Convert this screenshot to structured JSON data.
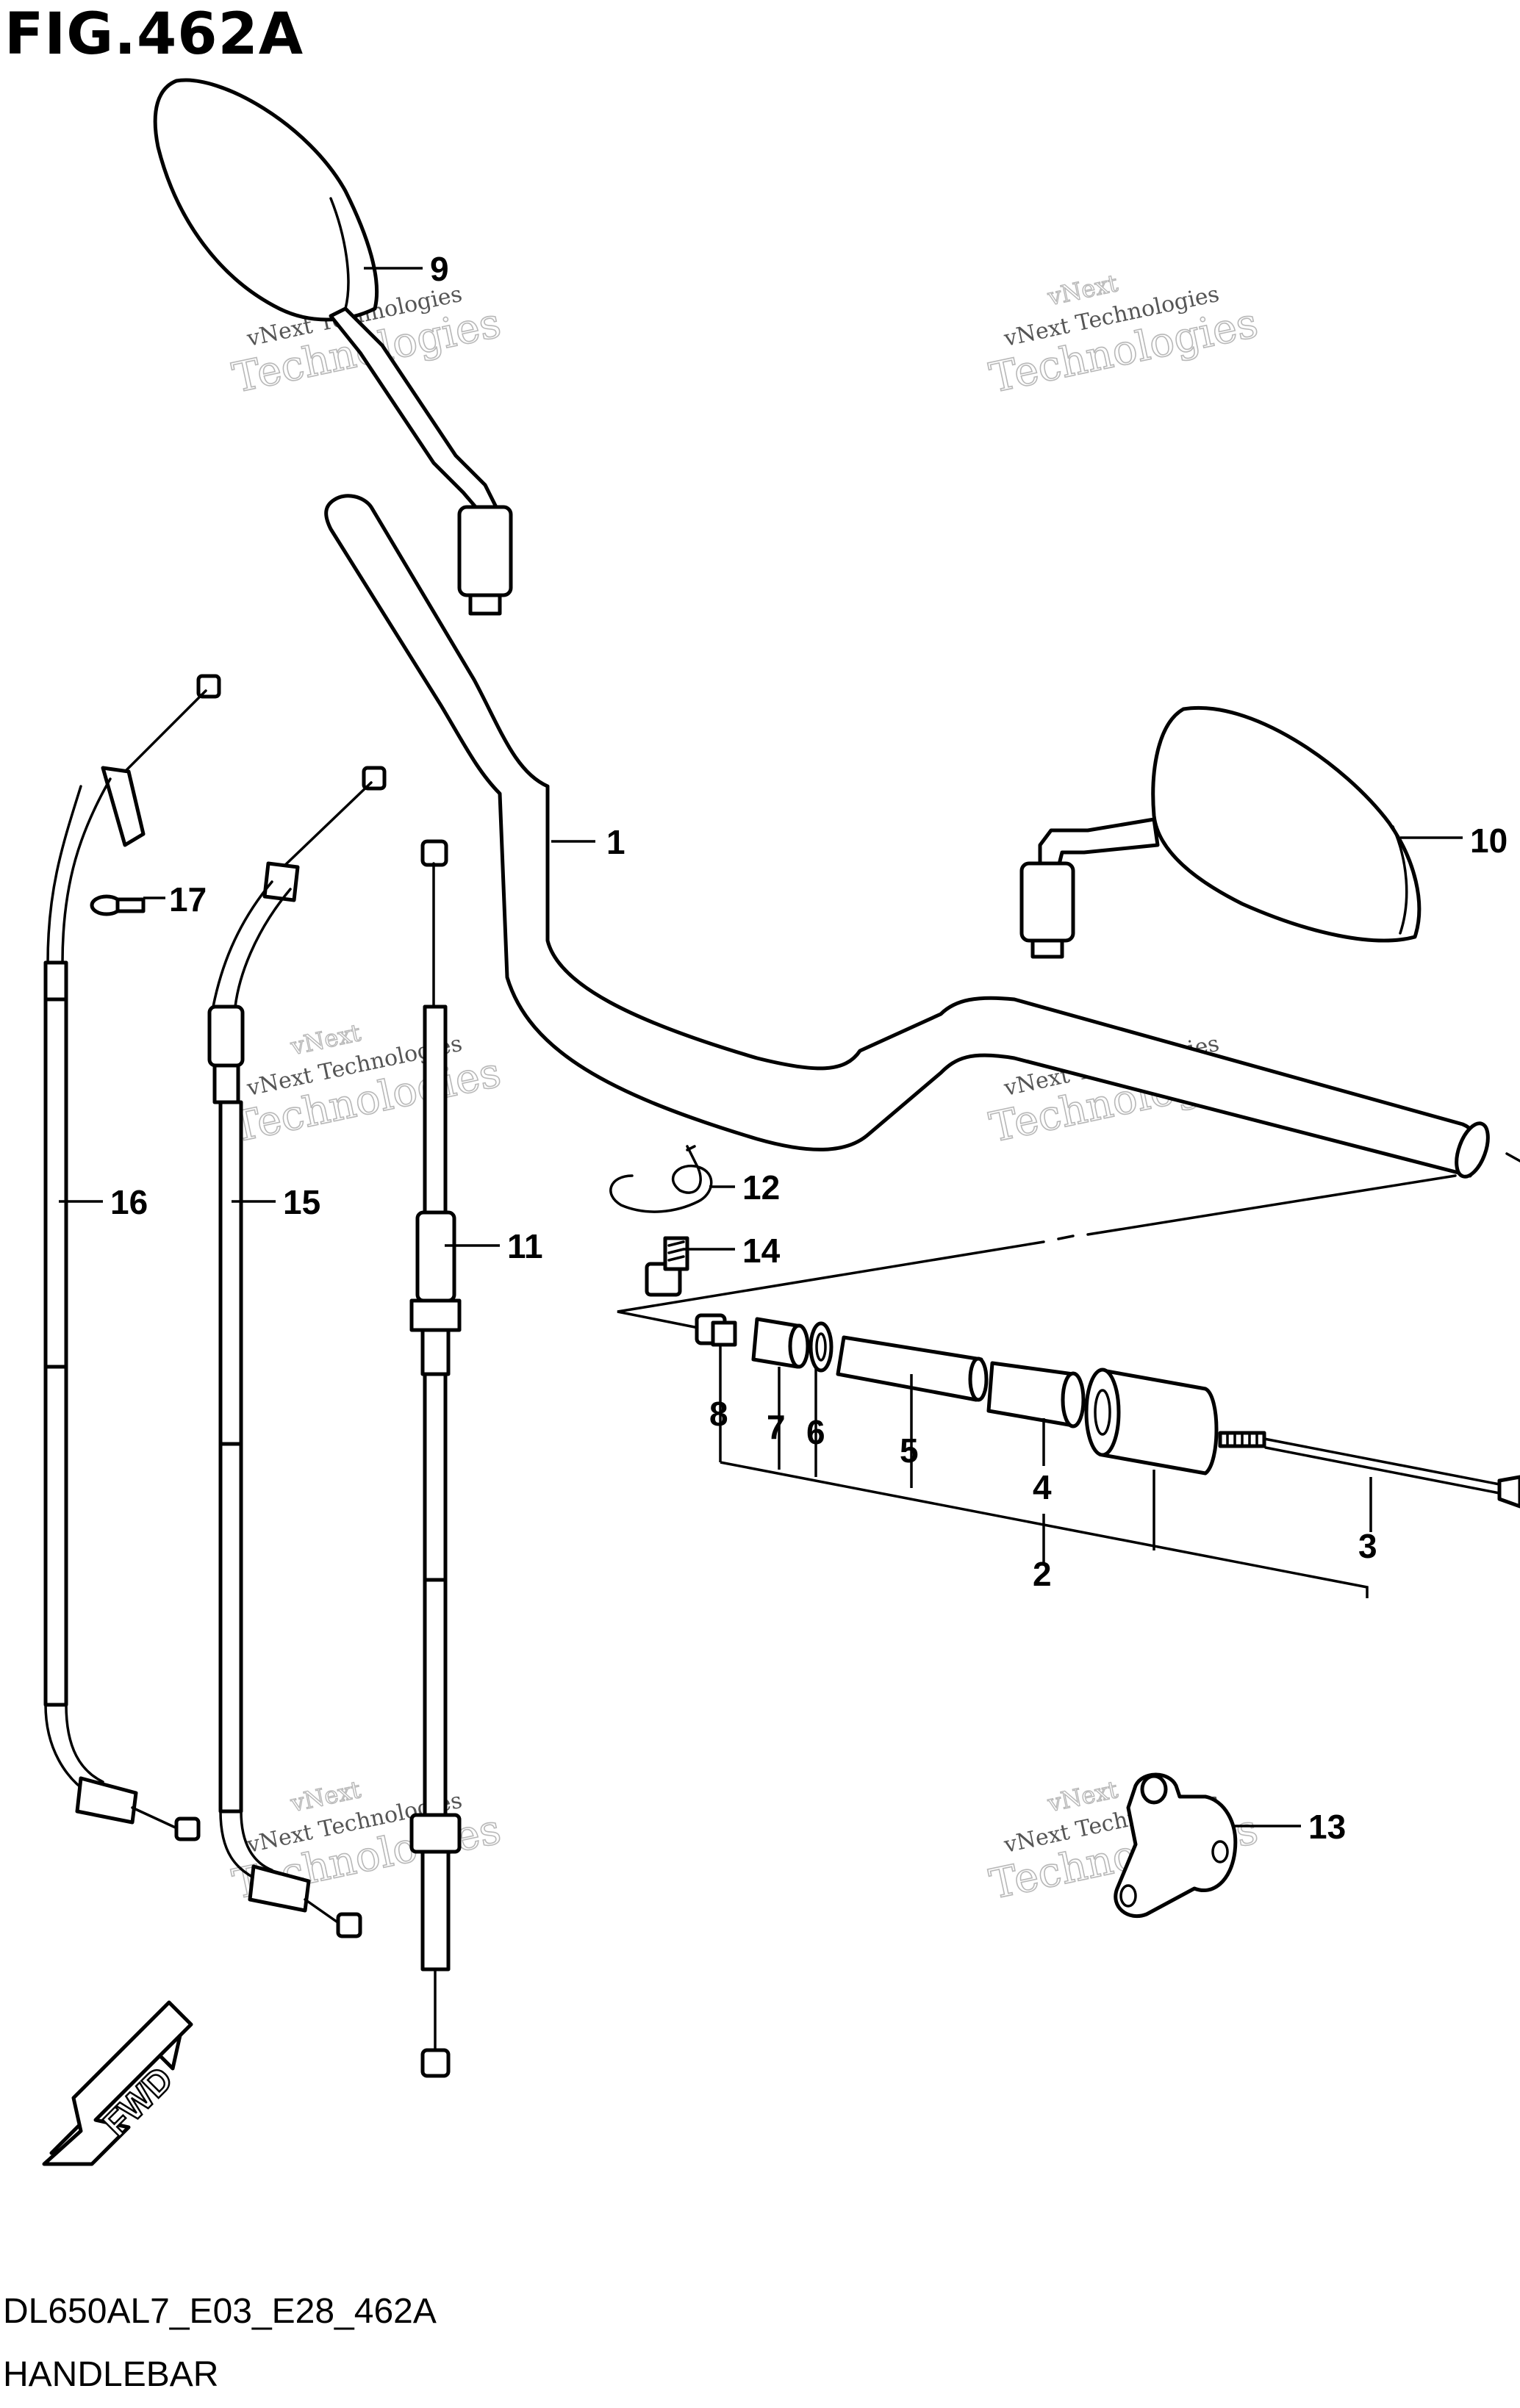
{
  "figure": {
    "title": "FIG.462A",
    "code": "DL650AL7_E03_E28_462A",
    "name": "HANDLEBAR"
  },
  "callouts": {
    "c1": "1",
    "c2": "2",
    "c3": "3",
    "c4": "4",
    "c5": "5",
    "c6": "6",
    "c7": "7",
    "c8": "8",
    "c9": "9",
    "c10": "10",
    "c11": "11",
    "c12": "12",
    "c13": "13",
    "c14": "14",
    "c15": "15",
    "c16": "16",
    "c17": "17"
  },
  "watermark": {
    "line1": "vNext",
    "line2": "vNext Technologies",
    "line3": "Technologies"
  },
  "direction_label": "FWD"
}
